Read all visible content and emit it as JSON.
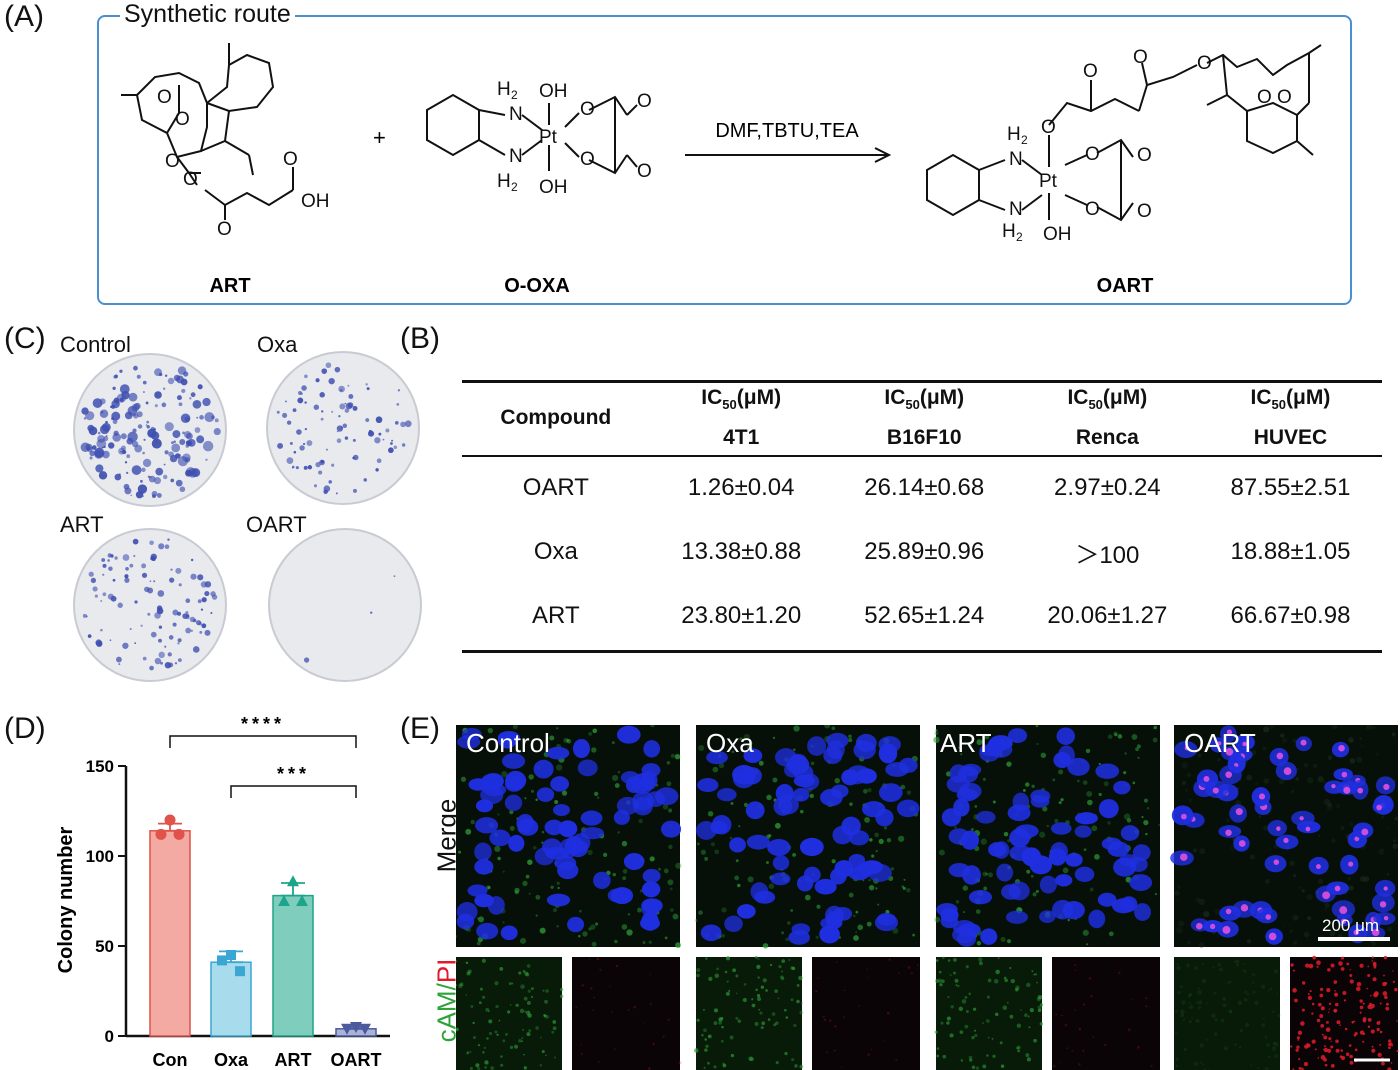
{
  "panel_a": {
    "label": "(A)",
    "title": "Synthetic route",
    "compounds": [
      "ART",
      "O-OXA",
      "OART"
    ],
    "plus": "+",
    "conditions": "DMF,TBTU,TEA",
    "atoms": {
      "OH": "OH",
      "O": "O",
      "N": "N",
      "Pt": "Pt",
      "H2": "H",
      "sub2": "2"
    }
  },
  "panel_b": {
    "label": "(B)",
    "header_first": "Compound",
    "header_top": "IC",
    "header_sub": "50",
    "header_unit": "(μM)",
    "cell_lines": [
      "4T1",
      "B16F10",
      "Renca",
      "HUVEC"
    ],
    "rows": [
      {
        "name": "OART",
        "values": [
          "1.26±0.04",
          "26.14±0.68",
          "2.97±0.24",
          "87.55±2.51"
        ]
      },
      {
        "name": "Oxa",
        "values": [
          "13.38±0.88",
          "25.89±0.96",
          "＞100",
          "18.88±1.05"
        ]
      },
      {
        "name": "ART",
        "values": [
          "23.80±1.20",
          "52.65±1.24",
          "20.06±1.27",
          "66.67±0.98"
        ]
      }
    ]
  },
  "panel_c": {
    "label": "(C)",
    "dishes": [
      "Control",
      "Oxa",
      "ART",
      "OART"
    ],
    "colors": {
      "colony": "#3e4fb0",
      "dish": "#e9eaee"
    }
  },
  "panel_d": {
    "label": "(D)",
    "sig_top": "****",
    "sig_bottom": "***"
  },
  "chart_data": {
    "type": "bar",
    "categories": [
      "Con",
      "Oxa",
      "ART",
      "OART"
    ],
    "values": [
      114,
      41,
      78,
      4
    ],
    "errors": [
      4,
      6,
      7,
      1
    ],
    "points": [
      [
        120,
        112,
        112
      ],
      [
        45,
        42,
        36
      ],
      [
        86,
        75,
        75
      ],
      [
        5,
        4,
        4
      ]
    ],
    "marker_shapes": [
      "circle",
      "square",
      "triangle",
      "inverted-triangle"
    ],
    "ylabel": "Colony number",
    "xlabel": "",
    "title": "",
    "ylim": [
      0,
      150
    ],
    "yticks": [
      0,
      50,
      100,
      150
    ],
    "colors": {
      "fills": [
        "#f2aaa2",
        "#a8dcec",
        "#7fcdbd",
        "#a9b3d8"
      ],
      "strokes": [
        "#e0524a",
        "#39a7d2",
        "#1ea48a",
        "#4a5a9c"
      ]
    },
    "grid": false
  },
  "panel_e": {
    "label": "(E)",
    "groups": [
      "Control",
      "Oxa",
      "ART",
      "OART"
    ],
    "row_merge": "Merge",
    "row_stain_a": "cAM",
    "row_stain_sep": "/",
    "row_stain_b": "PI",
    "scale_bar": "200 μm",
    "colors": {
      "nuclei": "#1f2fe0",
      "green": "#2fa33a",
      "red": "#e01c2c",
      "bg": "#0c1a0c"
    }
  }
}
